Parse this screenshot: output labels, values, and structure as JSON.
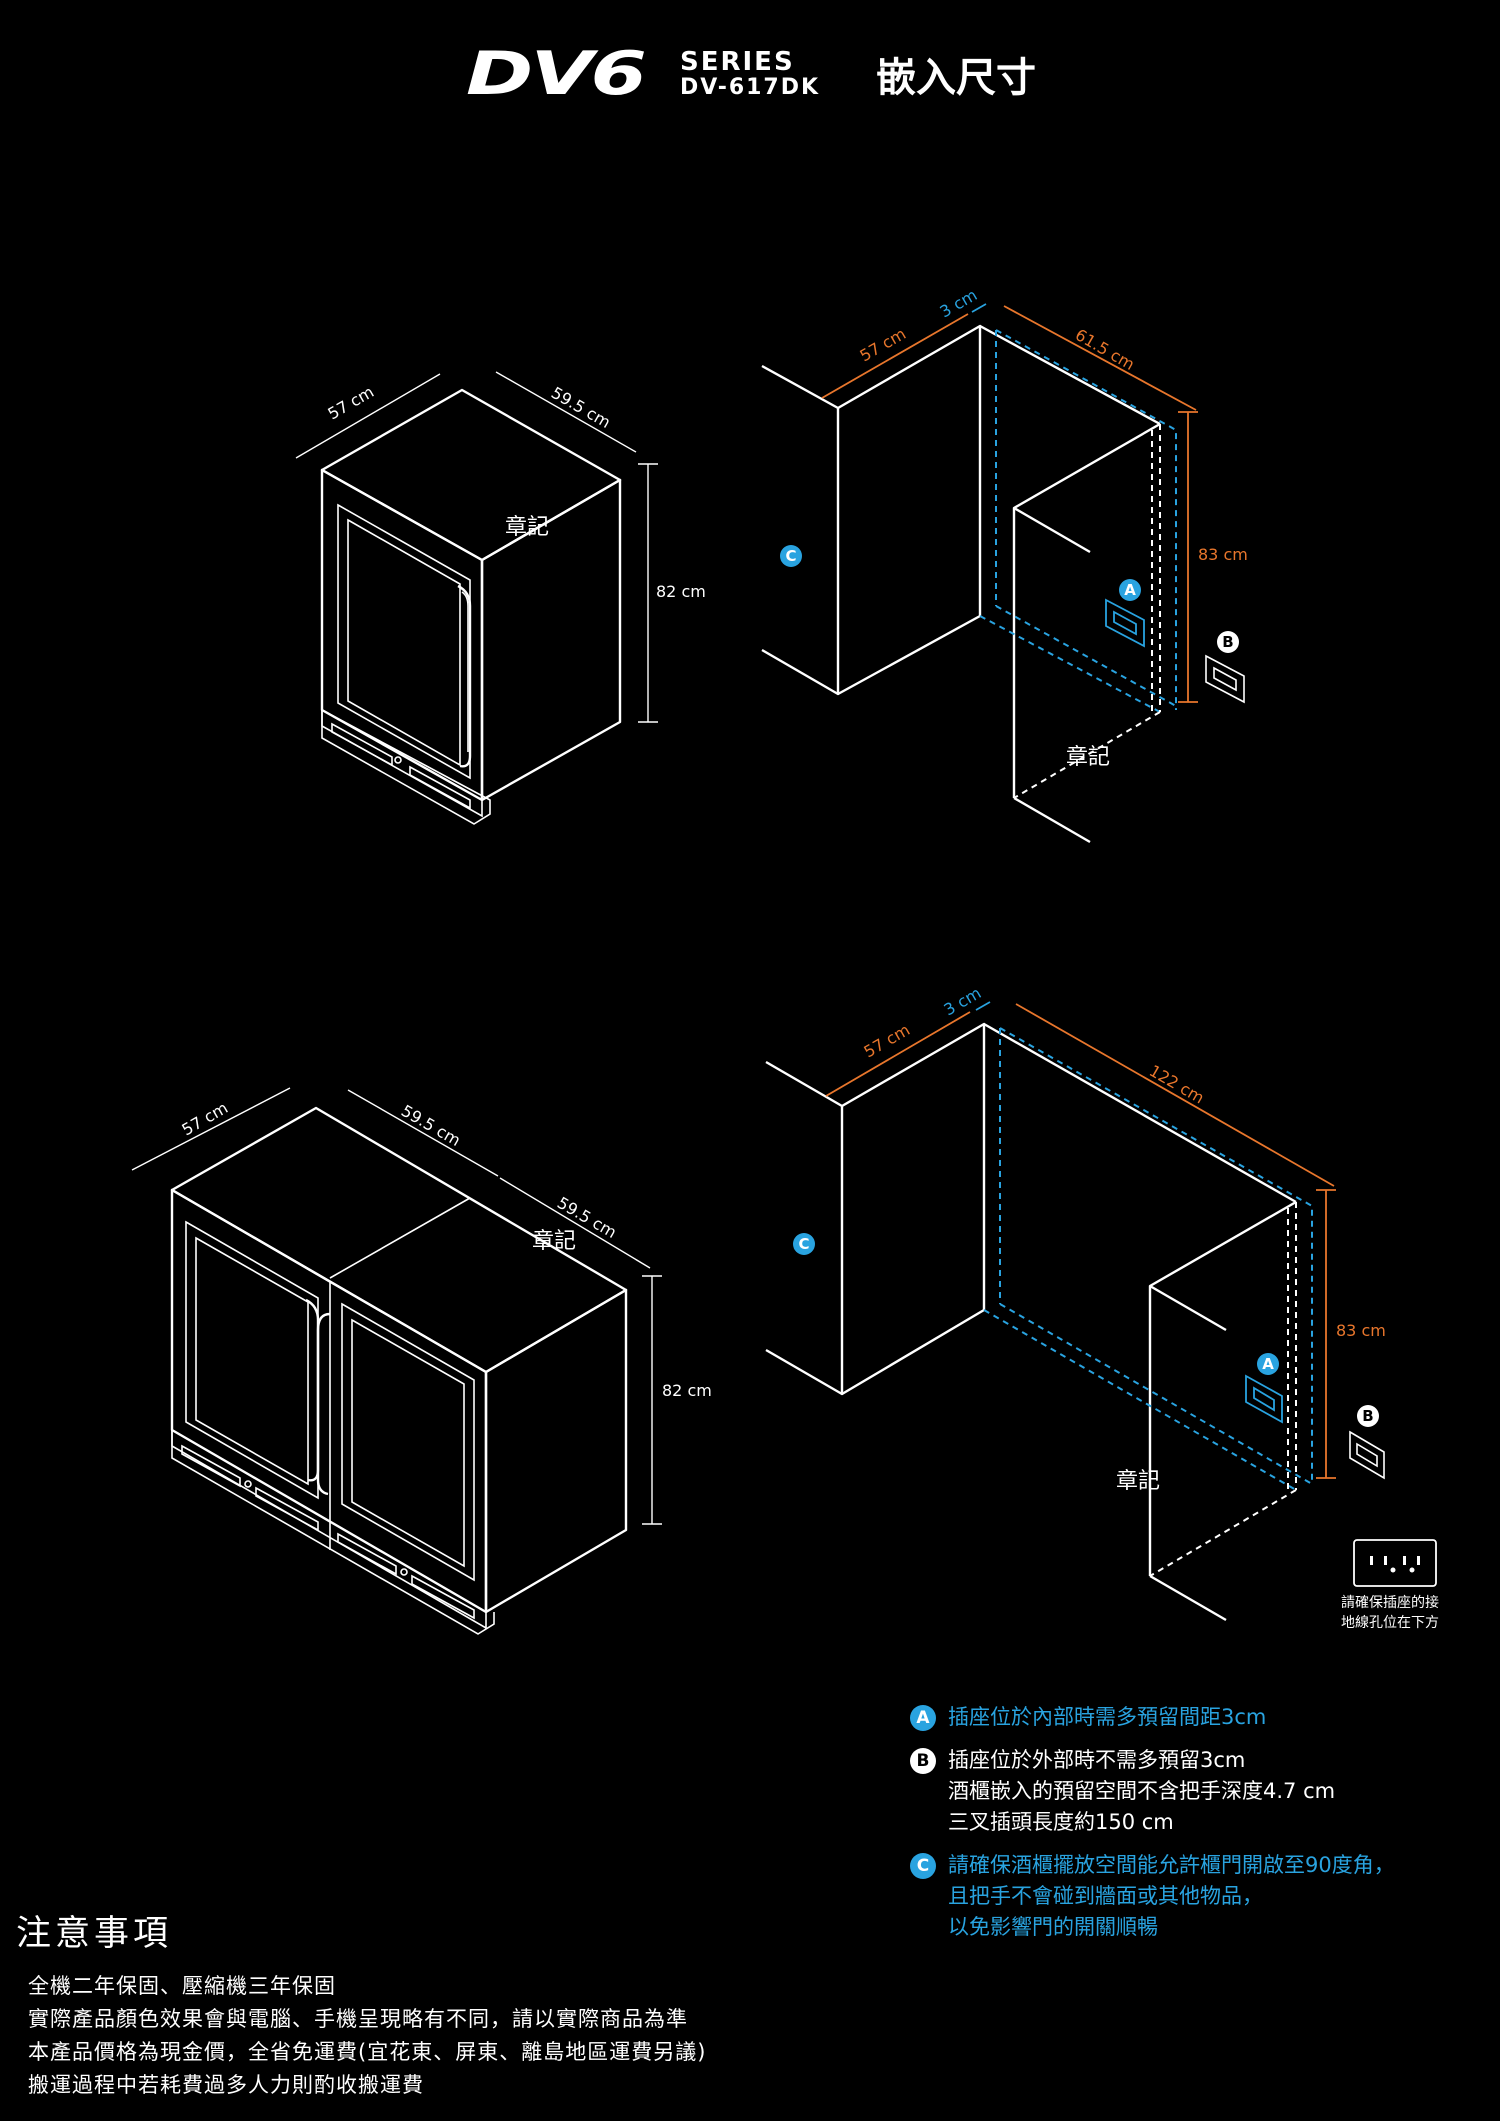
{
  "header": {
    "logo": "DV6",
    "series": "SERIES",
    "model": "DV-617DK",
    "title": "嵌入尺寸"
  },
  "colors": {
    "background": "#000000",
    "line": "#ffffff",
    "orange_dimension": "#e8762c",
    "blue_dimension": "#29a3e0"
  },
  "diagram1": {
    "appliance": {
      "depth": "57 cm",
      "width": "59.5 cm",
      "height": "82 cm",
      "brand": "章記"
    },
    "cabinet": {
      "depth": "57 cm",
      "gap": "3 cm",
      "width": "61.5 cm",
      "height": "83 cm",
      "brand": "章記"
    }
  },
  "diagram2": {
    "appliance": {
      "depth": "57 cm",
      "width_left": "59.5 cm",
      "width_right": "59.5 cm",
      "height": "82 cm",
      "brand": "章記"
    },
    "cabinet": {
      "depth": "57 cm",
      "gap": "3 cm",
      "width": "122 cm",
      "height": "83 cm",
      "brand": "章記"
    }
  },
  "badges": {
    "a": "A",
    "b": "B",
    "c": "C"
  },
  "outlet_note": {
    "line1": "請確保插座的接",
    "line2": "地線孔位在下方"
  },
  "notes": [
    {
      "badge": "A",
      "lines": [
        "插座位於內部時需多預留間距3cm"
      ]
    },
    {
      "badge": "B",
      "lines": [
        "插座位於外部時不需多預留3cm",
        "酒櫃嵌入的預留空間不含把手深度4.7 cm",
        "三叉插頭長度約150 cm"
      ]
    },
    {
      "badge": "C",
      "lines": [
        "請確保酒櫃擺放空間能允許櫃門開啟至90度角，",
        "且把手不會碰到牆面或其他物品，",
        "以免影響門的開關順暢"
      ]
    }
  ],
  "caution": {
    "title": "注意事項",
    "items": [
      "全機二年保固、壓縮機三年保固",
      "實際產品顏色效果會與電腦、手機呈現略有不同，請以實際商品為準",
      "本產品價格為現金價，全省免運費(宜花東、屏東、離島地區運費另議)",
      "搬運過程中若耗費過多人力則酌收搬運費"
    ]
  }
}
